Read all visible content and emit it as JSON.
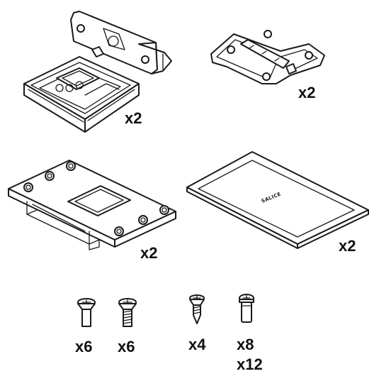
{
  "parts": [
    {
      "id": "mount-assembly",
      "quantity": "x2"
    },
    {
      "id": "hinge",
      "quantity": "x2"
    },
    {
      "id": "mounting-bracket",
      "quantity": "x2"
    },
    {
      "id": "base-plate",
      "quantity": "x2",
      "brand_text": "SALICE"
    },
    {
      "id": "flat-head-screw-long",
      "quantity": "x6"
    },
    {
      "id": "flat-head-screw-threaded",
      "quantity": "x6"
    },
    {
      "id": "wood-screw",
      "quantity": "x4"
    },
    {
      "id": "pan-head-screw",
      "quantity": "x8",
      "alt_quantity": "x12"
    }
  ]
}
